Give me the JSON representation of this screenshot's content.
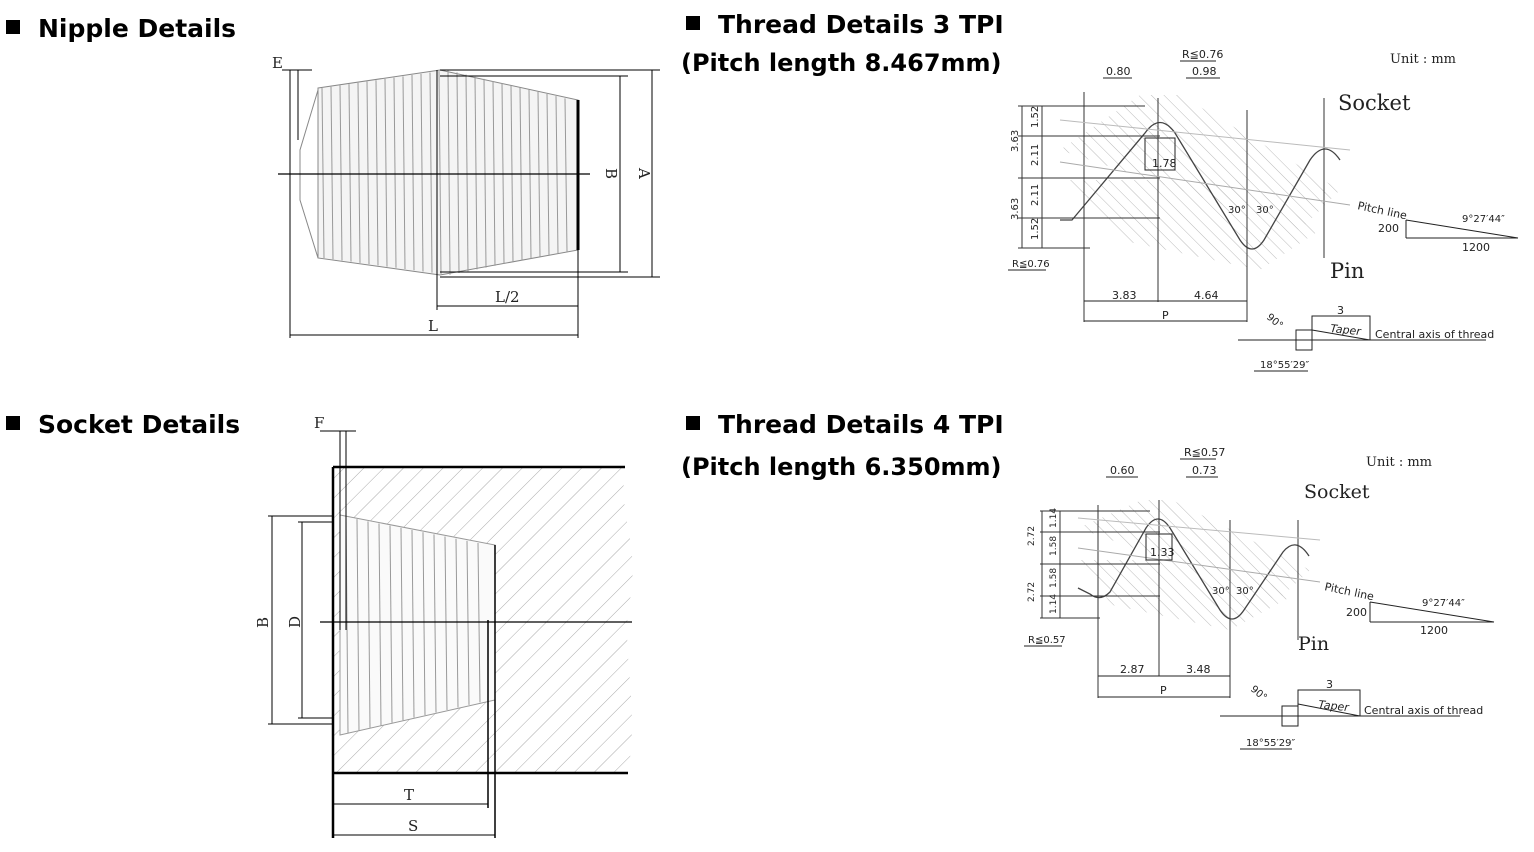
{
  "headings": {
    "nipple": "Nipple Details",
    "socket": "Socket Details",
    "thread3": "Thread Details 3 TPI",
    "thread3_sub": "(Pitch length 8.467mm)",
    "thread4": "Thread Details 4 TPI",
    "thread4_sub": "(Pitch length 6.350mm)"
  },
  "nipple": {
    "E": "E",
    "B": "B",
    "A": "A",
    "L2": "L/2",
    "L": "L"
  },
  "socket": {
    "F": "F",
    "B": "B",
    "D": "D",
    "T": "T",
    "S": "S"
  },
  "t3": {
    "unit": "Unit : mm",
    "socket": "Socket",
    "pin": "Pin",
    "r_top": "R≦0.76",
    "r_bot": "R≦0.76",
    "d080": "0.80",
    "d098": "0.98",
    "d178": "1.78",
    "d152a": "1.52",
    "d211a": "2.11",
    "d211b": "2.11",
    "d152b": "1.52",
    "d363a": "3.63",
    "d363b": "3.63",
    "a30a": "30°",
    "a30b": "30°",
    "pitch": "Pitch line",
    "ang": "9°27′44″",
    "n200": "200",
    "n1200": "1200",
    "d383": "3.83",
    "d464": "4.64",
    "P": "P",
    "a90": "90°",
    "n3": "3",
    "taper": "Taper",
    "central": "Central axis of thread",
    "ang2": "18°55′29″"
  },
  "t4": {
    "unit": "Unit : mm",
    "socket": "Socket",
    "pin": "Pin",
    "r_top": "R≦0.57",
    "r_bot": "R≦0.57",
    "d060": "0.60",
    "d073": "0.73",
    "d133": "1.33",
    "d114a": "1.14",
    "d158a": "1.58",
    "d158b": "1.58",
    "d114b": "1.14",
    "d272a": "2.72",
    "d272b": "2.72",
    "a30a": "30°",
    "a30b": "30°",
    "pitch": "Pitch line",
    "ang": "9°27′44″",
    "n200": "200",
    "n1200": "1200",
    "d287": "2.87",
    "d348": "3.48",
    "P": "P",
    "a90": "90°",
    "n3": "3",
    "taper": "Taper",
    "central": "Central axis of thread",
    "ang2": "18°55′29″"
  }
}
